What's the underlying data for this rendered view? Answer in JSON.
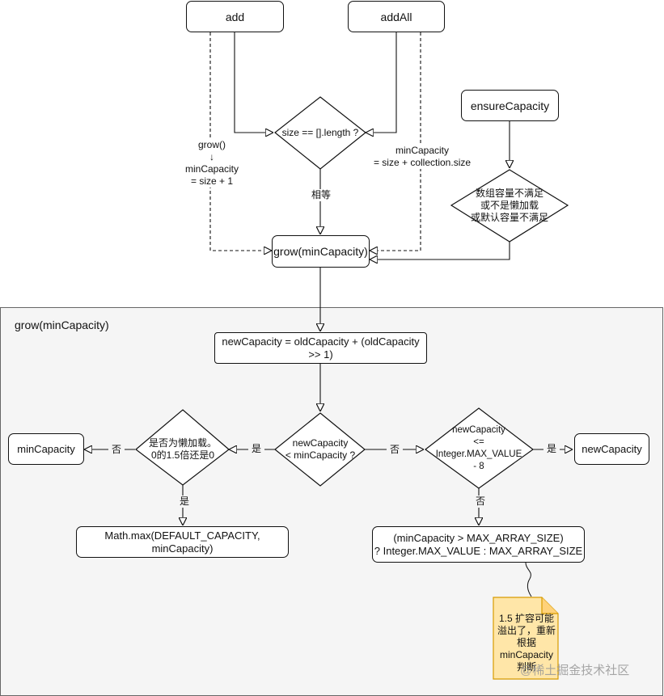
{
  "nodes": {
    "add": "add",
    "addAll": "addAll",
    "ensureCapacity": "ensureCapacity",
    "size_check": "size == [].length ?",
    "ensure_check": "数组容量不满足\n或不是懒加载\n或默认容量不满足",
    "grow_call": "grow(minCapacity)",
    "group_title": "grow(minCapacity)",
    "new_capacity_calc": "newCapacity = oldCapacity + (oldCapacity >> 1)",
    "compare_min": "newCapacity\n< minCapacity ?",
    "lazy_check": "是否为懒加载。\n0的1.5倍还是0",
    "min_capacity_result": "minCapacity",
    "math_max": "Math.max(DEFAULT_CAPACITY, minCapacity)",
    "compare_max": "newCapacity\n<= Integer.MAX_VALUE - 8",
    "new_capacity_result": "newCapacity",
    "max_array_size": "(minCapacity > MAX_ARRAY_SIZE)\n? Integer.MAX_VALUE : MAX_ARRAY_SIZE",
    "overflow_note": "1.5 扩容可能\n溢出了，重新\n根据\nminCapacity\n判断"
  },
  "edge_labels": {
    "add_grow": "grow()\n↓\nminCapacity\n= size + 1",
    "addall_grow": "minCapacity\n= size + collection.size",
    "equal": "相等",
    "yes_left": "是",
    "no_right": "否",
    "no_left": "否",
    "yes_down": "是",
    "yes_right": "是",
    "no_down": "否"
  },
  "watermark": "@稀土掘金技术社区",
  "colors": {
    "stroke": "#111111",
    "group_bg": "#f5f5f5",
    "note_fill": "#ffe6a8",
    "note_stroke": "#d79b00"
  }
}
